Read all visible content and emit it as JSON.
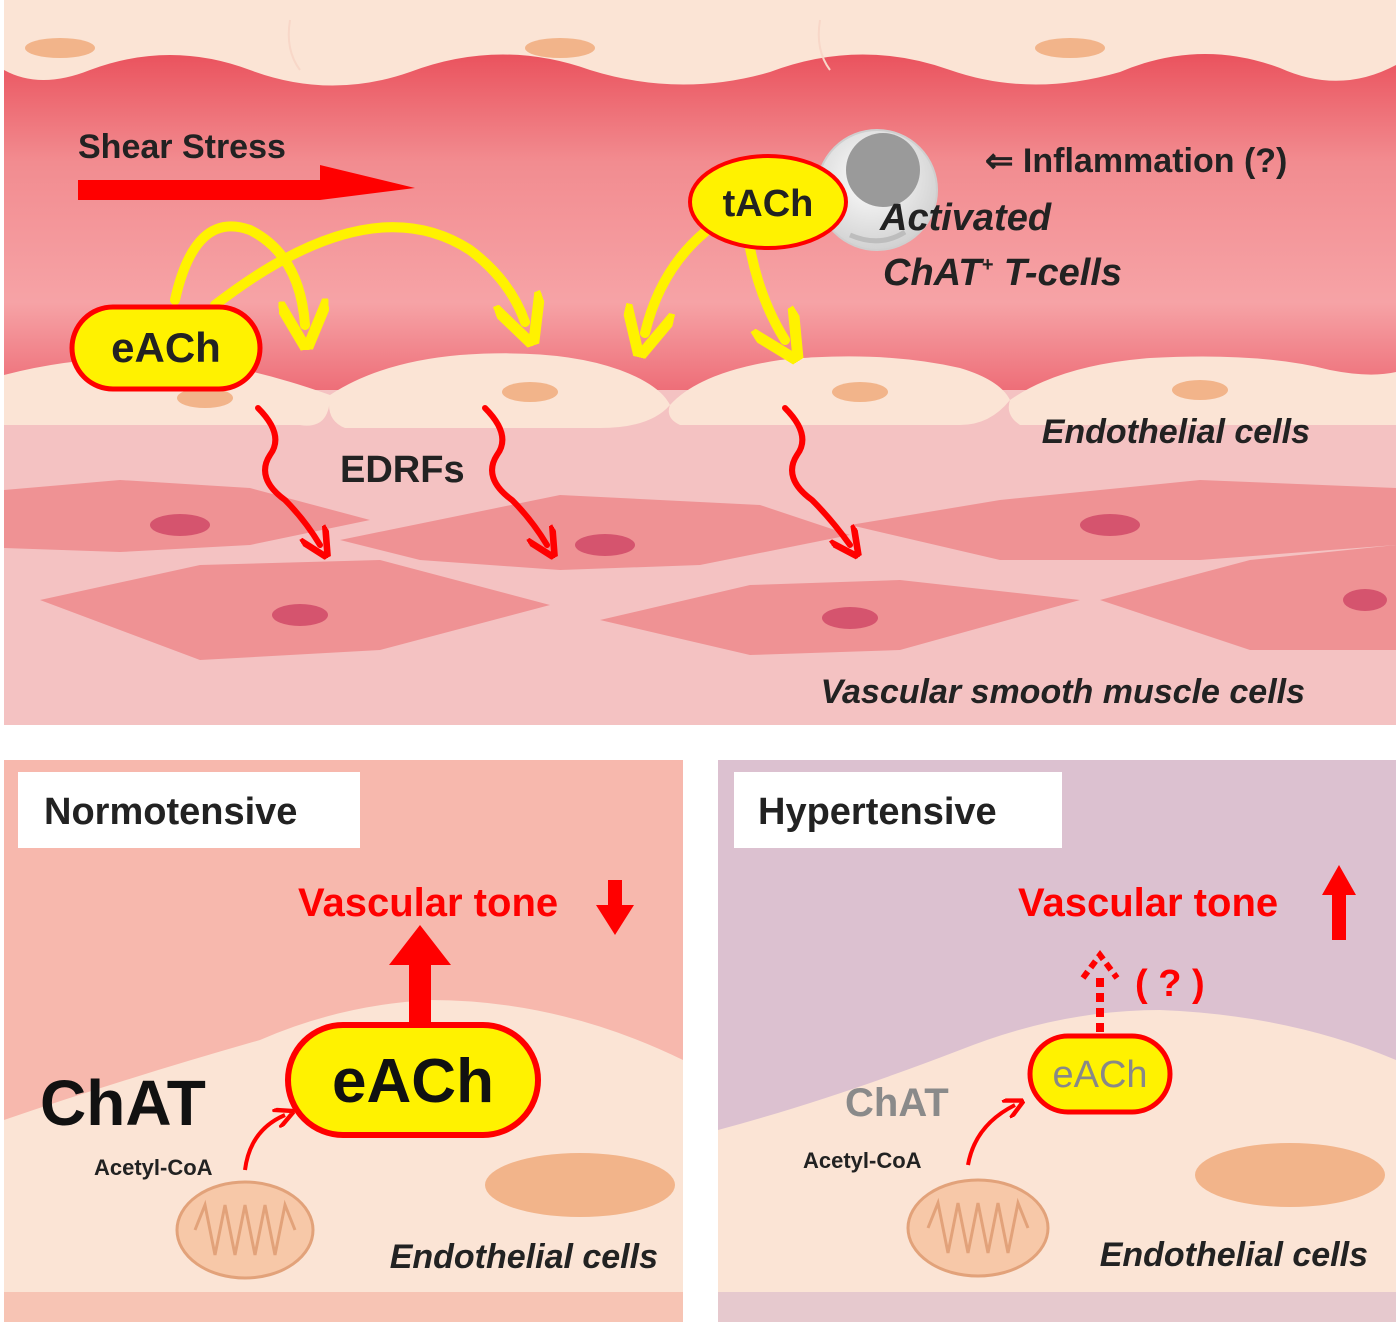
{
  "top_panel": {
    "shear_stress_label": "Shear Stress",
    "inflammation_label": "⇐ Inflammation (?)",
    "tach_label": "tACh",
    "activated_label": "Activated",
    "chat_tcells_main": "ChAT",
    "chat_tcells_sup": "+",
    "chat_tcells_rest": " T-cells",
    "each_label": "eACh",
    "edrfs_label": "EDRFs",
    "endothelial_label": "Endothelial cells",
    "vsmc_label": "Vascular smooth muscle cells"
  },
  "normotensive_panel": {
    "title": "Normotensive",
    "vascular_tone_label": "Vascular tone",
    "tone_direction": "down",
    "chat_label": "ChAT",
    "each_label": "eACh",
    "acetyl_coa_label": "Acetyl-CoA",
    "endothelial_label": "Endothelial cells"
  },
  "hypertensive_panel": {
    "title": "Hypertensive",
    "vascular_tone_label": "Vascular tone",
    "tone_direction": "up",
    "question_label": "( ? )",
    "chat_label": "ChAT",
    "each_label": "eACh",
    "acetyl_coa_label": "Acetyl-CoA",
    "endothelial_label": "Endothelial cells"
  },
  "colors": {
    "lumen": "#f08a8f",
    "endothelium": "#fbe4d5",
    "nucleus_endo": "#f2b48a",
    "smooth_muscle": "#ef9294",
    "smooth_muscle_nucleus": "#d5546e",
    "yellow_arrow": "#fff200",
    "red": "#ff0000",
    "ach_fill": "#fff200",
    "normo_bg": "#f7b8ad",
    "hyper_bg": "#dcc1d0"
  },
  "icons": [
    "yellow-curved-arrow",
    "red-squiggle-arrow",
    "t-cell-icon",
    "mitochondrion-icon",
    "up-arrow-icon",
    "down-arrow-icon"
  ]
}
